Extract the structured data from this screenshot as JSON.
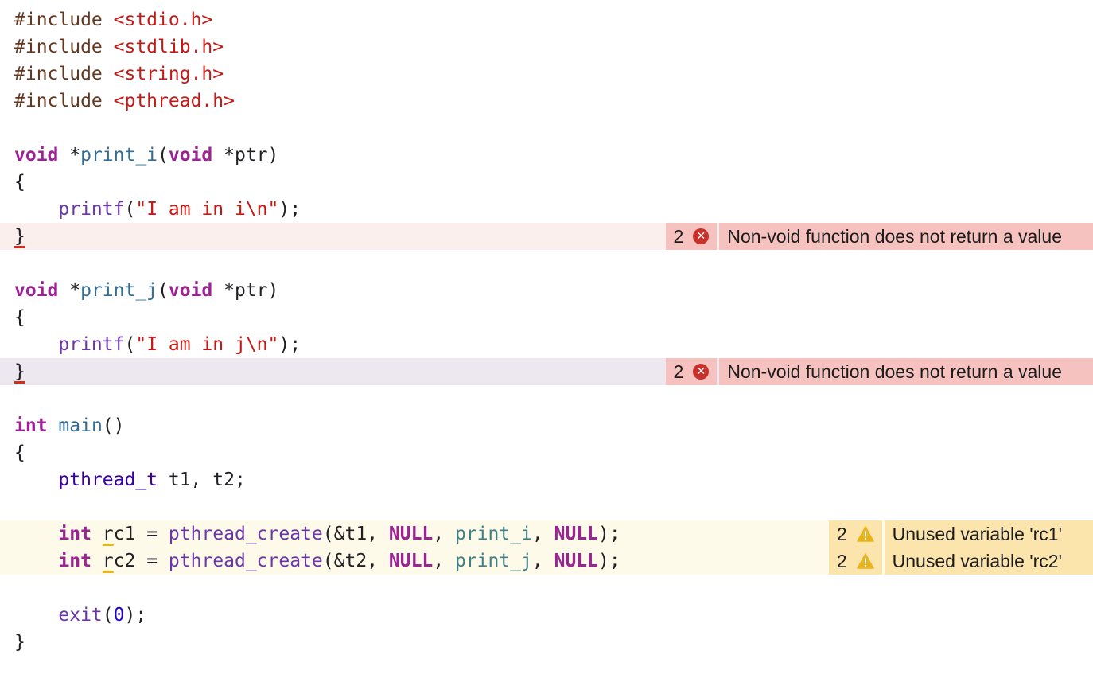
{
  "editor": {
    "lines": {
      "l1": {
        "a": "#include",
        "b": " ",
        "c": "<stdio.h>"
      },
      "l2": {
        "a": "#include",
        "b": " ",
        "c": "<stdlib.h>"
      },
      "l3": {
        "a": "#include",
        "b": " ",
        "c": "<string.h>"
      },
      "l4": {
        "a": "#include",
        "b": " ",
        "c": "<pthread.h>"
      },
      "l6": {
        "a": "void",
        "b": " *",
        "c": "print_i",
        "d": "(",
        "e": "void",
        "f": " *ptr)"
      },
      "l7": {
        "a": "{"
      },
      "l8": {
        "a": "    ",
        "b": "printf",
        "c": "(",
        "d": "\"I am in i\\n\"",
        "e": ");"
      },
      "l9": {
        "a": "}"
      },
      "l11": {
        "a": "void",
        "b": " *",
        "c": "print_j",
        "d": "(",
        "e": "void",
        "f": " *ptr)"
      },
      "l12": {
        "a": "{"
      },
      "l13": {
        "a": "    ",
        "b": "printf",
        "c": "(",
        "d": "\"I am in j\\n\"",
        "e": ");"
      },
      "l14": {
        "a": "}"
      },
      "l16": {
        "a": "int",
        "b": " ",
        "c": "main",
        "d": "()"
      },
      "l17": {
        "a": "{"
      },
      "l18": {
        "a": "    ",
        "b": "pthread_t",
        "c": " t1, t2;"
      },
      "l20": {
        "a": "    ",
        "b": "int",
        "c": " ",
        "d": "r",
        "e": "c1 = ",
        "f": "pthread_create",
        "g": "(&t1, ",
        "h": "NULL",
        "i": ", ",
        "j": "print_i",
        "k": ", ",
        "l": "NULL",
        "m": ");"
      },
      "l21": {
        "a": "    ",
        "b": "int",
        "c": " ",
        "d": "r",
        "e": "c2 = ",
        "f": "pthread_create",
        "g": "(&t2, ",
        "h": "NULL",
        "i": ", ",
        "j": "print_j",
        "k": ", ",
        "l": "NULL",
        "m": ");"
      },
      "l23": {
        "a": "    ",
        "b": "exit",
        "c": "(",
        "d": "0",
        "e": ");"
      },
      "l24": {
        "a": "}"
      }
    }
  },
  "issues": {
    "print_i_error": {
      "count": "2",
      "icon": "error-icon",
      "message": "Non-void function does not return a value"
    },
    "print_j_error": {
      "count": "2",
      "icon": "error-icon",
      "message": "Non-void function does not return a value"
    },
    "rc1_warning": {
      "count": "2",
      "icon": "warning-icon",
      "message": "Unused variable 'rc1'"
    },
    "rc2_warning": {
      "count": "2",
      "icon": "warning-icon",
      "message": "Unused variable 'rc2'"
    }
  },
  "colors": {
    "keyword": "#9b2393",
    "string": "#c41a16",
    "preprocessor": "#643820",
    "error_banner": "#f5c2c0",
    "warning_banner": "#fbe5ad",
    "error_line": "#fbefee",
    "warning_line": "#fefaea"
  }
}
